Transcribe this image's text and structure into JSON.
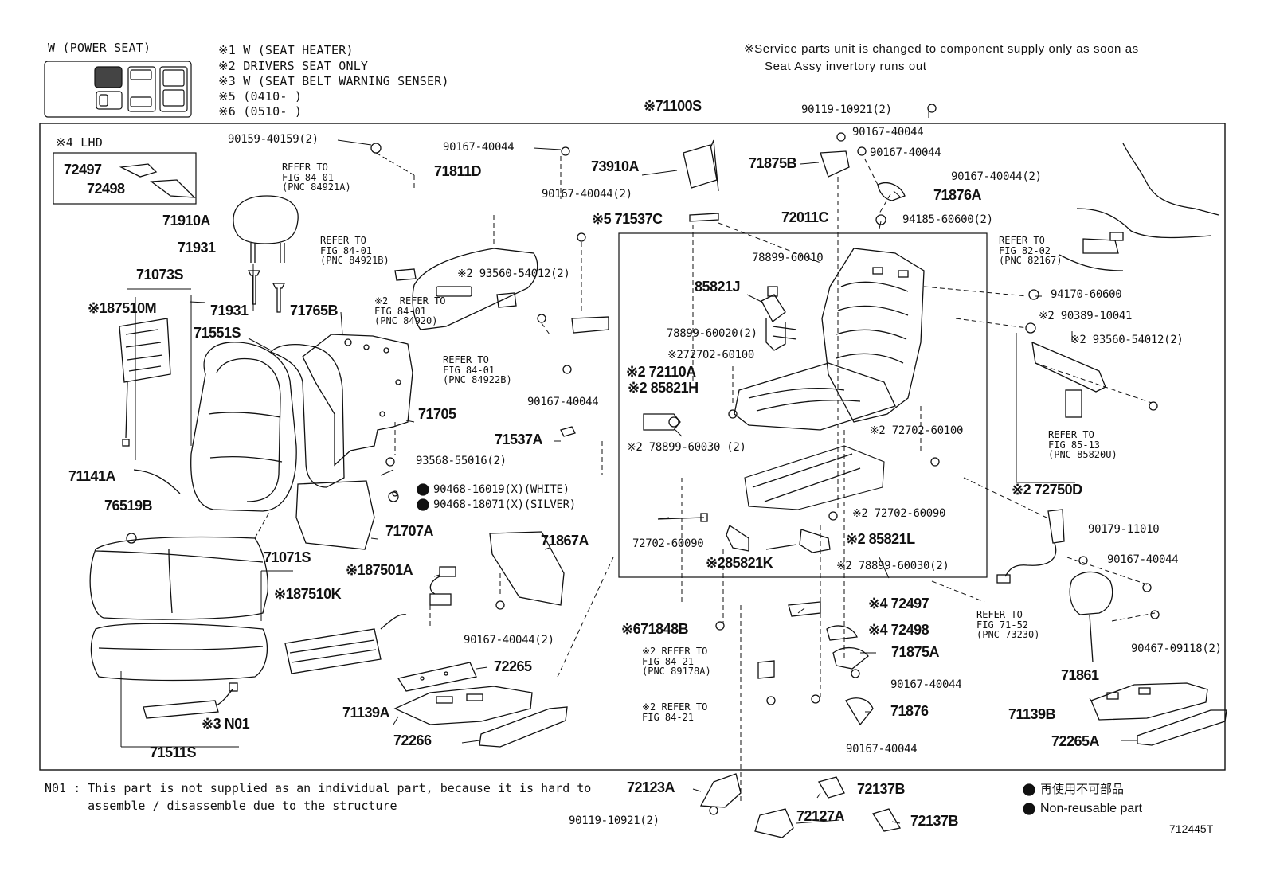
{
  "header": {
    "power_seat": "W (POWER SEAT)",
    "notes": [
      "※1 W (SEAT HEATER)",
      "※2 DRIVERS SEAT ONLY",
      "※3 W (SEAT BELT WARNING SENSER)",
      "※5 (0410- )",
      "※6 (0510- )"
    ],
    "service_note_1": "※Service parts unit is changed to component supply only as soon as",
    "service_note_2": "Seat Assy invertory runs out"
  },
  "lhd_box": {
    "title": "※4 LHD",
    "parts": [
      "72497",
      "72498"
    ]
  },
  "parts": {
    "p71100S": "※71100S",
    "p90119_top": "90119-10921(2)",
    "p90167_a": "90167-40044",
    "p90167_b": "90167-40044",
    "p90167_c": "90167-40044(2)",
    "p71876A": "71876A",
    "p71875B": "71875B",
    "p73910A": "73910A",
    "p90159": "90159-40159(2)",
    "p90167_d": "90167-40044",
    "p71811D": "71811D",
    "p71910A": "71910A",
    "p71931_a": "71931",
    "p71931_b": "71931",
    "p90167_e": "90167-40044(2)",
    "p71537C": "※5 71537C",
    "p72011C": "72011C",
    "p94185": "94185-60600(2)",
    "p71073S": "71073S",
    "p87510M": "※187510M",
    "p71765B": "71765B",
    "p71551S": "71551S",
    "p93560_a": "※2 93560-54012(2)",
    "p78899_10": "78899-60010",
    "p85821J": "85821J",
    "p78899_20": "78899-60020(2)",
    "p94170": "94170-60600",
    "p90389": "※2 90389-10041",
    "p93560_b": "※2 93560-54012(2)",
    "p72702_100a": "※272702-60100",
    "p72110A": "※2 72110A",
    "p85821H": "※2 85821H",
    "p71705": "71705",
    "p90167_f": "90167-40044",
    "p71537A": "71537A",
    "p72702_100b": "※2 72702-60100",
    "p71141A": "71141A",
    "p93568": "93568-55016(2)",
    "p78899_30a": "※2 78899-60030 (2)",
    "p90468_w": "90468-16019(X)(WHITE)",
    "p90468_s": "90468-18071(X)(SILVER)",
    "p76519B": "76519B",
    "p71707A": "71707A",
    "p72750D": "※2 72750D",
    "p72702_90a": "※2 72702-60090",
    "p72702_90b": "72702-60090",
    "p71867A": "71867A",
    "p85821L": "※2 85821L",
    "p85821K": "※285821K",
    "p78899_30b": "※2 78899-60030(2)",
    "p90179": "90179-11010",
    "p90167_g": "90167-40044",
    "p71071S": "71071S",
    "p87501A": "※187501A",
    "p87510K": "※187510K",
    "p72497": "※4 72497",
    "p72498": "※4 72498",
    "p71875A": "71875A",
    "p90467": "90467-09118(2)",
    "p90167_h": "90167-40044(2)",
    "p71848B": "※671848B",
    "p90167_i": "90167-40044",
    "p71861": "71861",
    "p72265": "72265",
    "p71139A": "71139A",
    "p72266": "72266",
    "p71876": "71876",
    "p90167_j": "90167-40044",
    "p71139B": "71139B",
    "p72265A": "72265A",
    "pN01": "※3 N01",
    "p71511S": "71511S",
    "p72123A": "72123A",
    "p72137B_a": "72137B",
    "p90119_bot": "90119-10921(2)",
    "p72127A": "72127A",
    "p72137B_b": "72137B"
  },
  "refers": {
    "r1": "REFER TO\nFIG 84-01\n(PNC 84921A)",
    "r2": "REFER TO\nFIG 84-01\n(PNC 84921B)",
    "r3": "※2  REFER TO\nFIG 84-01\n(PNC 84920)",
    "r4": "REFER TO\nFIG 84-01\n(PNC 84922B)",
    "r5": "REFER TO\nFIG 82-02\n(PNC 82167)",
    "r6": "REFER TO\nFIG 85-13\n(PNC 85820U)",
    "r7": "REFER TO\nFIG 71-52\n(PNC 73230)",
    "r8": "※2 REFER TO\nFIG 84-21\n(PNC 89178A)",
    "r9": "※2 REFER TO\nFIG 84-21"
  },
  "footer": {
    "n01_note": "N01 : This part is not supplied as an individual part, because it is hard to\n      assemble / disassemble due to the structure",
    "legend_jp": "再使用不可部品",
    "legend_en": "Non-reusable part",
    "figure_code": "712445T"
  }
}
